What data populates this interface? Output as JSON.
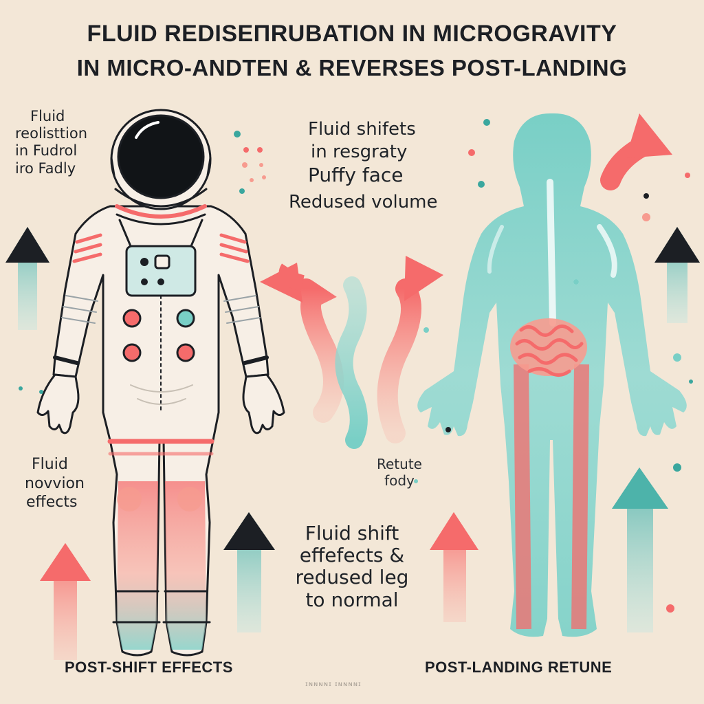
{
  "title": {
    "line1": "FLUID REDISEΠRUBATION IN MICROGRAVITY",
    "line2": "IN MICRO-ANDTEN & REVERSES POST-LANDING"
  },
  "labels": {
    "left_top": [
      "Fluid",
      "reolisttion",
      "in Fudrol",
      "iro Fadly"
    ],
    "left_mid": [
      "Fluid",
      "novvion",
      "effects"
    ],
    "center_top": [
      "Fluid shifets",
      "in resgraty",
      "Puffy face",
      "Redused volume"
    ],
    "right_mid": [
      "Retute",
      "fody"
    ],
    "center_bottom": [
      "Fluid shift",
      "effefects &",
      "redused leg",
      "to normal"
    ]
  },
  "footer": {
    "left": "POST-SHIFT EFFECTS",
    "right": "POST-LANDING RETUNE",
    "tiny": "ɪɴɴɴɴɪ ɪɴɴɴɴɪ"
  },
  "colors": {
    "background": "#f3e7d7",
    "teal": "#79cfc6",
    "coral": "#f56b6b",
    "dark": "#1c1f24",
    "suit": "#f7efe6"
  },
  "icons": [
    "astronaut-figure",
    "human-body-figure",
    "intestine-icon",
    "up-arrow-icon",
    "curved-arrow-icon"
  ]
}
